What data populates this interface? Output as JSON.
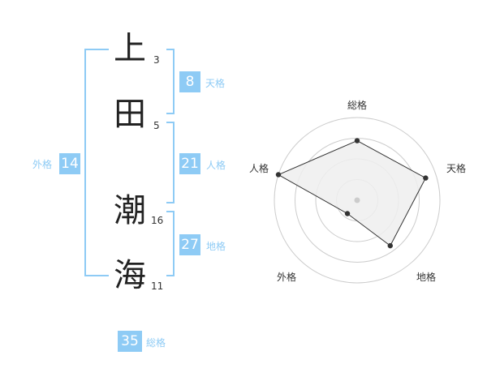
{
  "characters": [
    {
      "char": "上",
      "strokes": "3"
    },
    {
      "char": "田",
      "strokes": "5"
    },
    {
      "char": "潮",
      "strokes": "16"
    },
    {
      "char": "海",
      "strokes": "11"
    }
  ],
  "fortunes": {
    "tenkaku": {
      "value": "8",
      "label": "天格"
    },
    "jinkaku": {
      "value": "21",
      "label": "人格"
    },
    "chikaku": {
      "value": "27",
      "label": "地格"
    },
    "gaikaku": {
      "value": "14",
      "label": "外格"
    },
    "soukaku": {
      "value": "35",
      "label": "総格"
    }
  },
  "chart_data": {
    "type": "radar",
    "axes": [
      "総格",
      "天格",
      "地格",
      "外格",
      "人格"
    ],
    "values": [
      0.72,
      0.87,
      0.68,
      0.2,
      1.0
    ],
    "rings": 4,
    "colors": {
      "fill": "#eeeeee",
      "line": "#333333",
      "ring": "#cccccc",
      "point": "#333333"
    }
  }
}
